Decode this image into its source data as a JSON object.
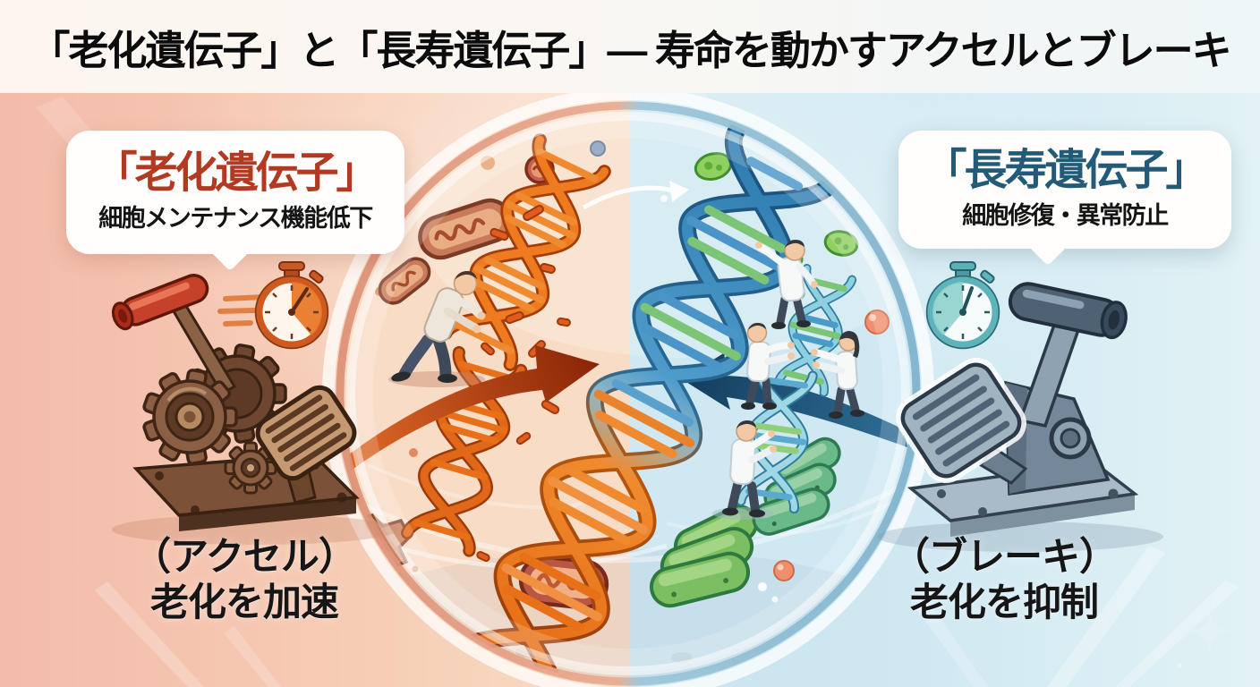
{
  "header": {
    "title": "「老化遺伝子」と「長寿遺伝子」― 寿命を動かすアクセルとブレーキ"
  },
  "aging": {
    "bubble_title": "「老化遺伝子」",
    "bubble_subtitle": "細胞メンテナンス機能低下",
    "caption_role": "（アクセル）",
    "caption_effect": "老化を加速"
  },
  "longevity": {
    "bubble_title": "「長寿遺伝子」",
    "bubble_subtitle": "細胞修復・異常防止",
    "caption_role": "（ブレーキ）",
    "caption_effect": "老化を抑制"
  },
  "palette": {
    "aging_accent": "#b23a22",
    "longevity_accent": "#235a78",
    "aging_bg": "#f3bbaa",
    "longevity_bg": "#cfe8f2",
    "accelerate_arrow": "#9a3408",
    "brake_arrow": "#1d4f72",
    "dna_orange": "#ef7d22",
    "dna_blue": "#4a94c8"
  },
  "icons": {
    "left": [
      "accelerator-lever-machine",
      "gear",
      "accelerator-pedal",
      "stopwatch-fast",
      "speed-lines",
      "damaged-dna",
      "mitochondrion",
      "struggling-person"
    ],
    "center": [
      "cell",
      "dna-double-helix",
      "accelerate-arrow",
      "brake-arrow",
      "repair-arrow-white"
    ],
    "right": [
      "brake-lever-machine",
      "brake-pedal",
      "stopwatch-slow",
      "healthy-dna",
      "repair-scientist",
      "green-organelle",
      "sparkle"
    ]
  }
}
